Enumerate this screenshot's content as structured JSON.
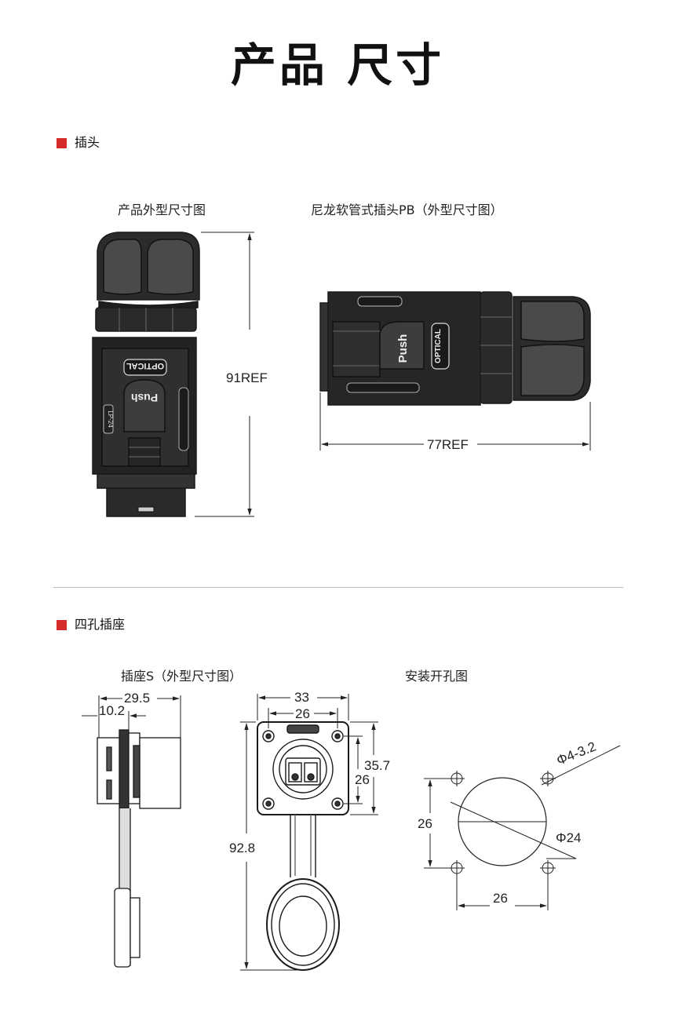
{
  "page_title": "产品 尺寸",
  "sections": {
    "plug": {
      "heading": "插头",
      "caption_left": "产品外型尺寸图",
      "caption_right": "尼龙软管式插头PB（外型尺寸图）",
      "dim_height": "91REF",
      "dim_length": "77REF",
      "product_labels": {
        "push": "Push",
        "optical": "OPTICAL",
        "model": "LP-24"
      }
    },
    "socket": {
      "heading": "四孔插座",
      "caption_left": "插座S（外型尺寸图）",
      "caption_right": "安装开孔图",
      "dims": {
        "side_depth": "29.5",
        "side_flange": "10.2",
        "front_width_outer": "33",
        "front_width_inner": "26",
        "front_height_outer": "35.7",
        "front_height_inner": "26",
        "total_length": "92.8",
        "cut_vertical": "26",
        "cut_horizontal": "26",
        "hole_spec": "Φ4-3.2",
        "center_hole": "Φ24"
      }
    }
  },
  "colors": {
    "accent": "#d72b2b",
    "line": "#222222",
    "divider": "#bdbdbd"
  }
}
